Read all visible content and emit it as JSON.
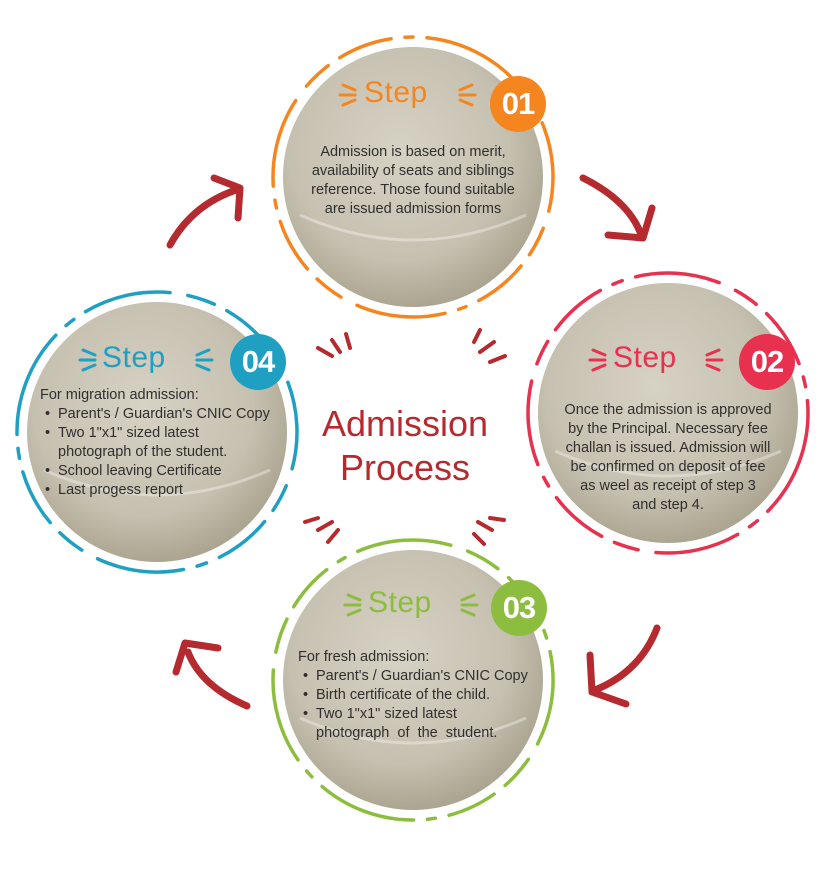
{
  "title_line1": "Admission",
  "title_line2": "Process",
  "colors": {
    "step1": "#f5861f",
    "step2": "#e8304f",
    "step3": "#8dbd3e",
    "step4": "#1fa0c2",
    "arrow": "#b52a2f",
    "circle": "#cbc6b7"
  },
  "steps": [
    {
      "label": "Step",
      "number": "01",
      "text": [
        "Admission is based on merit,",
        "availability of seats and siblings",
        "reference. Those found suitable",
        "are issued admission forms"
      ]
    },
    {
      "label": "Step",
      "number": "02",
      "text": [
        "Once the admission is approved",
        "by the Principal. Necessary fee",
        "challan is issued. Admission will",
        "be confirmed on deposit of fee",
        "as weel as receipt of step 3",
        "and step 4."
      ]
    },
    {
      "label": "Step",
      "number": "03",
      "intro": "For fresh admission:",
      "items": [
        "Parent's / Guardian's CNIC Copy",
        "Birth certificate of the child.",
        "Two 1\"x1\" sized latest",
        "photograph  of  the  student."
      ]
    },
    {
      "label": "Step",
      "number": "04",
      "intro": "For migration admission:",
      "items": [
        "Parent's / Guardian's CNIC Copy",
        "Two 1\"x1\" sized latest",
        "photograph of the student.",
        "School leaving Certificate",
        "Last progess report"
      ]
    }
  ]
}
